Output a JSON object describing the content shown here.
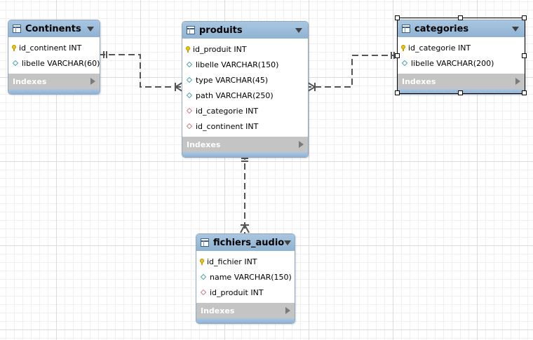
{
  "tables": {
    "continents": {
      "title": "Continents",
      "columns": [
        {
          "name": "id_continent INT",
          "kind": "pk"
        },
        {
          "name": "libelle VARCHAR(60)",
          "kind": "plain"
        }
      ],
      "indexes_label": "Indexes"
    },
    "produits": {
      "title": "produits",
      "columns": [
        {
          "name": "id_produit INT",
          "kind": "pk"
        },
        {
          "name": "libelle VARCHAR(150)",
          "kind": "plain"
        },
        {
          "name": "type VARCHAR(45)",
          "kind": "plain"
        },
        {
          "name": "path VARCHAR(250)",
          "kind": "plain"
        },
        {
          "name": "id_categorie INT",
          "kind": "fk"
        },
        {
          "name": "id_continent INT",
          "kind": "fk"
        }
      ],
      "indexes_label": "Indexes"
    },
    "categories": {
      "title": "categories",
      "selected": true,
      "columns": [
        {
          "name": "id_categorie INT",
          "kind": "pk"
        },
        {
          "name": "libelle VARCHAR(200)",
          "kind": "plain"
        }
      ],
      "indexes_label": "Indexes"
    },
    "fichiers_audio": {
      "title": "fichiers_audio",
      "columns": [
        {
          "name": "id_fichier INT",
          "kind": "pk"
        },
        {
          "name": "name VARCHAR(150)",
          "kind": "plain"
        },
        {
          "name": "id_produit INT",
          "kind": "fk"
        }
      ],
      "indexes_label": "Indexes"
    }
  },
  "relationships": [
    {
      "from": "continents",
      "to": "produits",
      "type": "one-to-many"
    },
    {
      "from": "categories",
      "to": "produits",
      "type": "one-to-many"
    },
    {
      "from": "produits",
      "to": "fichiers_audio",
      "type": "one-to-many"
    }
  ],
  "colors": {
    "header": "#9dbedb",
    "indexes_bar": "#c4c4c4",
    "grid": "#dcdcdc",
    "connector": "#555555"
  }
}
